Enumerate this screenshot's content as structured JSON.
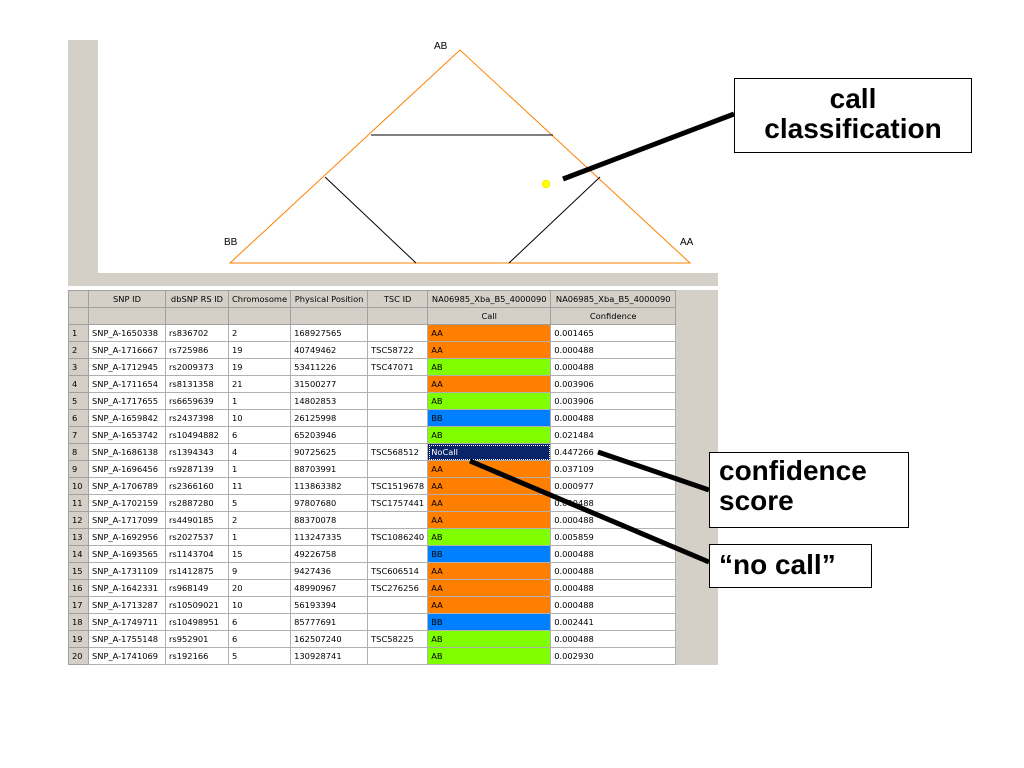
{
  "plot": {
    "labels": {
      "top": "AB",
      "left": "BB",
      "right": "AA"
    },
    "point_color": "#ffff00",
    "edge_color": "#ff8000"
  },
  "table": {
    "headers": [
      "SNP ID",
      "dbSNP RS ID",
      "Chromosome",
      "Physical Position",
      "TSC ID",
      "NA06985_Xba_B5_4000090",
      "NA06985_Xba_B5_4000090"
    ],
    "subheaders": [
      "",
      "",
      "",
      "",
      "",
      "Call",
      "Confidence"
    ],
    "rows": [
      [
        "1",
        "SNP_A-1650338",
        "rs836702",
        "2",
        "168927565",
        "",
        "AA",
        "0.001465"
      ],
      [
        "2",
        "SNP_A-1716667",
        "rs725986",
        "19",
        "40749462",
        "TSC58722",
        "AA",
        "0.000488"
      ],
      [
        "3",
        "SNP_A-1712945",
        "rs2009373",
        "19",
        "53411226",
        "TSC47071",
        "AB",
        "0.000488"
      ],
      [
        "4",
        "SNP_A-1711654",
        "rs8131358",
        "21",
        "31500277",
        "",
        "AA",
        "0.003906"
      ],
      [
        "5",
        "SNP_A-1717655",
        "rs6659639",
        "1",
        "14802853",
        "",
        "AB",
        "0.003906"
      ],
      [
        "6",
        "SNP_A-1659842",
        "rs2437398",
        "10",
        "26125998",
        "",
        "BB",
        "0.000488"
      ],
      [
        "7",
        "SNP_A-1653742",
        "rs10494882",
        "6",
        "65203946",
        "",
        "AB",
        "0.021484"
      ],
      [
        "8",
        "SNP_A-1686138",
        "rs1394343",
        "4",
        "90725625",
        "TSC568512",
        "NoCall",
        "0.447266"
      ],
      [
        "9",
        "SNP_A-1696456",
        "rs9287139",
        "1",
        "88703991",
        "",
        "AA",
        "0.037109"
      ],
      [
        "10",
        "SNP_A-1706789",
        "rs2366160",
        "11",
        "113863382",
        "TSC1519678",
        "AA",
        "0.000977"
      ],
      [
        "11",
        "SNP_A-1702159",
        "rs2887280",
        "5",
        "97807680",
        "TSC1757441",
        "AA",
        "0.000488"
      ],
      [
        "12",
        "SNP_A-1717099",
        "rs4490185",
        "2",
        "88370078",
        "",
        "AA",
        "0.000488"
      ],
      [
        "13",
        "SNP_A-1692956",
        "rs2027537",
        "1",
        "113247335",
        "TSC1086240",
        "AB",
        "0.005859"
      ],
      [
        "14",
        "SNP_A-1693565",
        "rs1143704",
        "15",
        "49226758",
        "",
        "BB",
        "0.000488"
      ],
      [
        "15",
        "SNP_A-1731109",
        "rs1412875",
        "9",
        "9427436",
        "TSC606514",
        "AA",
        "0.000488"
      ],
      [
        "16",
        "SNP_A-1642331",
        "rs968149",
        "20",
        "48990967",
        "TSC276256",
        "AA",
        "0.000488"
      ],
      [
        "17",
        "SNP_A-1713287",
        "rs10509021",
        "10",
        "56193394",
        "",
        "AA",
        "0.000488"
      ],
      [
        "18",
        "SNP_A-1749711",
        "rs10498951",
        "6",
        "85777691",
        "",
        "BB",
        "0.002441"
      ],
      [
        "19",
        "SNP_A-1755148",
        "rs952901",
        "6",
        "162507240",
        "TSC58225",
        "AB",
        "0.000488"
      ],
      [
        "20",
        "SNP_A-1741069",
        "rs192166",
        "5",
        "130928741",
        "",
        "AB",
        "0.002930"
      ]
    ]
  },
  "annotations": {
    "call_classification": "call\nclassification",
    "confidence_score": "confidence\nscore",
    "no_call": "“no call”"
  }
}
